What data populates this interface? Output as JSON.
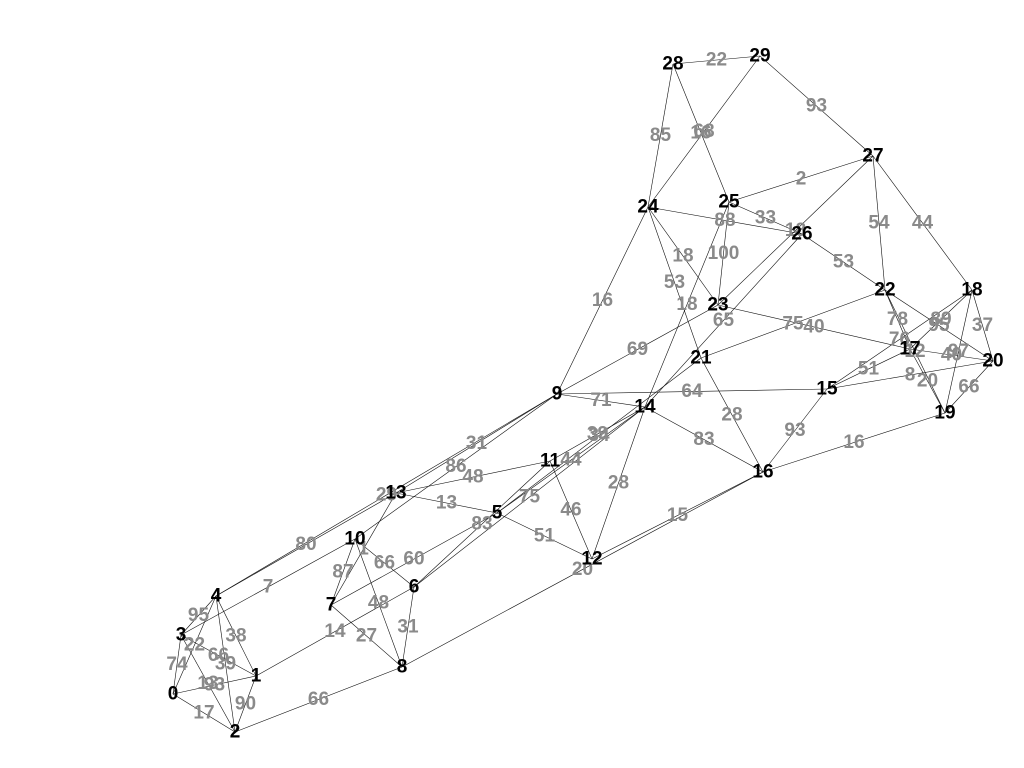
{
  "diagram": {
    "type": "weighted-undirected-graph",
    "colors": {
      "edge": "#111111",
      "node_label": "#000000",
      "weight_label": "#8a8a8a",
      "background": "#ffffff"
    },
    "nodes": [
      "0",
      "1",
      "2",
      "3",
      "4",
      "5",
      "6",
      "7",
      "8",
      "9",
      "10",
      "11",
      "12",
      "13",
      "14",
      "15",
      "16",
      "17",
      "18",
      "19",
      "20",
      "21",
      "22",
      "23",
      "24",
      "25",
      "26",
      "27",
      "28",
      "29"
    ],
    "edges": [
      {
        "a": 0,
        "b": 3,
        "w": "74"
      },
      {
        "a": 0,
        "b": 1,
        "w": "93"
      },
      {
        "a": 0,
        "b": 2,
        "w": "17"
      },
      {
        "a": 0,
        "b": 4,
        "w": "22"
      },
      {
        "a": 3,
        "b": 1,
        "w": "66"
      },
      {
        "a": 3,
        "b": 2,
        "w": "13"
      },
      {
        "a": 3,
        "b": 4,
        "w": "95"
      },
      {
        "a": 4,
        "b": 1,
        "w": "38"
      },
      {
        "a": 4,
        "b": 2,
        "w": "39"
      },
      {
        "a": 1,
        "b": 2,
        "w": "90"
      },
      {
        "a": 3,
        "b": 10,
        "w": "7"
      },
      {
        "a": 2,
        "b": 8,
        "w": "66"
      },
      {
        "a": 4,
        "b": 13,
        "w": "80"
      },
      {
        "a": 4,
        "b": 9,
        "w": "29"
      },
      {
        "a": 1,
        "b": 6,
        "w": "14"
      },
      {
        "a": 10,
        "b": 7,
        "w": "87"
      },
      {
        "a": 10,
        "b": 6,
        "w": "66"
      },
      {
        "a": 10,
        "b": 8,
        "w": "48"
      },
      {
        "a": 10,
        "b": 9,
        "w": "86"
      },
      {
        "a": 7,
        "b": 8,
        "w": "27"
      },
      {
        "a": 7,
        "b": 5,
        "w": "60"
      },
      {
        "a": 7,
        "b": 13,
        "w": "1"
      },
      {
        "a": 6,
        "b": 8,
        "w": "31"
      },
      {
        "a": 6,
        "b": 11,
        "w": "83"
      },
      {
        "a": 6,
        "b": 14,
        "w": "75"
      },
      {
        "a": 8,
        "b": 16,
        "w": "20"
      },
      {
        "a": 13,
        "b": 5,
        "w": "13"
      },
      {
        "a": 13,
        "b": 11,
        "w": "48"
      },
      {
        "a": 13,
        "b": 9,
        "w": "31"
      },
      {
        "a": 5,
        "b": 12,
        "w": "51"
      },
      {
        "a": 5,
        "b": 14,
        "w": "44"
      },
      {
        "a": 5,
        "b": 21,
        "w": "34"
      },
      {
        "a": 11,
        "b": 12,
        "w": "46"
      },
      {
        "a": 11,
        "b": 14,
        "w": "39"
      },
      {
        "a": 12,
        "b": 14,
        "w": "28"
      },
      {
        "a": 12,
        "b": 16,
        "w": "15"
      },
      {
        "a": 9,
        "b": 14,
        "w": "71"
      },
      {
        "a": 9,
        "b": 15,
        "w": "64"
      },
      {
        "a": 9,
        "b": 24,
        "w": "16"
      },
      {
        "a": 9,
        "b": 23,
        "w": "69"
      },
      {
        "a": 14,
        "b": 16,
        "w": "83"
      },
      {
        "a": 14,
        "b": 26,
        "w": "65"
      },
      {
        "a": 14,
        "b": 25,
        "w": "18"
      },
      {
        "a": 21,
        "b": 16,
        "w": "28"
      },
      {
        "a": 21,
        "b": 22,
        "w": "75"
      },
      {
        "a": 21,
        "b": 24,
        "w": "53"
      },
      {
        "a": 16,
        "b": 15,
        "w": "93"
      },
      {
        "a": 16,
        "b": 19,
        "w": "16"
      },
      {
        "a": 23,
        "b": 17,
        "w": "40"
      },
      {
        "a": 23,
        "b": 24,
        "w": "18"
      },
      {
        "a": 23,
        "b": 25,
        "w": "100"
      },
      {
        "a": 23,
        "b": 27,
        "w": "18"
      },
      {
        "a": 24,
        "b": 28,
        "w": "85"
      },
      {
        "a": 24,
        "b": 29,
        "w": "68"
      },
      {
        "a": 24,
        "b": 26,
        "w": "88"
      },
      {
        "a": 28,
        "b": 29,
        "w": "22"
      },
      {
        "a": 28,
        "b": 25,
        "w": "16"
      },
      {
        "a": 29,
        "b": 27,
        "w": "93"
      },
      {
        "a": 25,
        "b": 27,
        "w": "2"
      },
      {
        "a": 25,
        "b": 26,
        "w": "33"
      },
      {
        "a": 26,
        "b": 22,
        "w": "53"
      },
      {
        "a": 27,
        "b": 22,
        "w": "54"
      },
      {
        "a": 27,
        "b": 18,
        "w": "44"
      },
      {
        "a": 22,
        "b": 17,
        "w": "78"
      },
      {
        "a": 22,
        "b": 20,
        "w": "95"
      },
      {
        "a": 22,
        "b": 19,
        "w": "12"
      },
      {
        "a": 18,
        "b": 15,
        "w": "76"
      },
      {
        "a": 18,
        "b": 17,
        "w": "89"
      },
      {
        "a": 18,
        "b": 20,
        "w": "37"
      },
      {
        "a": 18,
        "b": 19,
        "w": "97"
      },
      {
        "a": 15,
        "b": 20,
        "w": "8"
      },
      {
        "a": 15,
        "b": 17,
        "w": "51"
      },
      {
        "a": 17,
        "b": 20,
        "w": "40"
      },
      {
        "a": 17,
        "b": 19,
        "w": "20"
      },
      {
        "a": 20,
        "b": 19,
        "w": "66"
      }
    ]
  }
}
